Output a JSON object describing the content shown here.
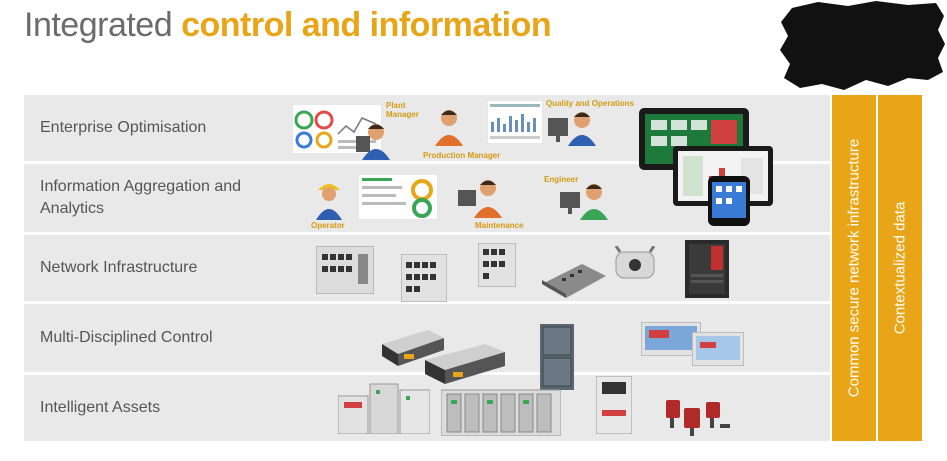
{
  "title": {
    "prefix": "Integrated",
    "highlight": "control and information"
  },
  "layers": [
    {
      "label": "Enterprise Optimisation"
    },
    {
      "label": "Information Aggregation and Analytics"
    },
    {
      "label": "Network Infrastructure"
    },
    {
      "label": "Multi-Disciplined Control"
    },
    {
      "label": "Intelligent Assets"
    }
  ],
  "bands": [
    {
      "label": "Common secure network infrastructure"
    },
    {
      "label": "Contextualized data"
    }
  ],
  "roles": {
    "plant_manager": "Plant Manager",
    "production_manager": "Production Manager",
    "quality_operations": "Quality and Operations",
    "operator": "Operator",
    "maintenance": "Maintenance",
    "engineer": "Engineer"
  },
  "colors": {
    "accent": "#e8a517",
    "row_bg": "#e9e9e9",
    "label_text": "#555555"
  },
  "icons": [
    "dashboard-screenshot-icon",
    "person-at-computer-icon",
    "tablet-icon",
    "laptop-icon",
    "smartphone-icon",
    "network-switch-icon",
    "wireless-access-point-icon",
    "server-rack-icon",
    "controller-icon",
    "drive-cabinet-icon",
    "hmi-panel-icon",
    "io-module-icon",
    "sensor-icon"
  ]
}
